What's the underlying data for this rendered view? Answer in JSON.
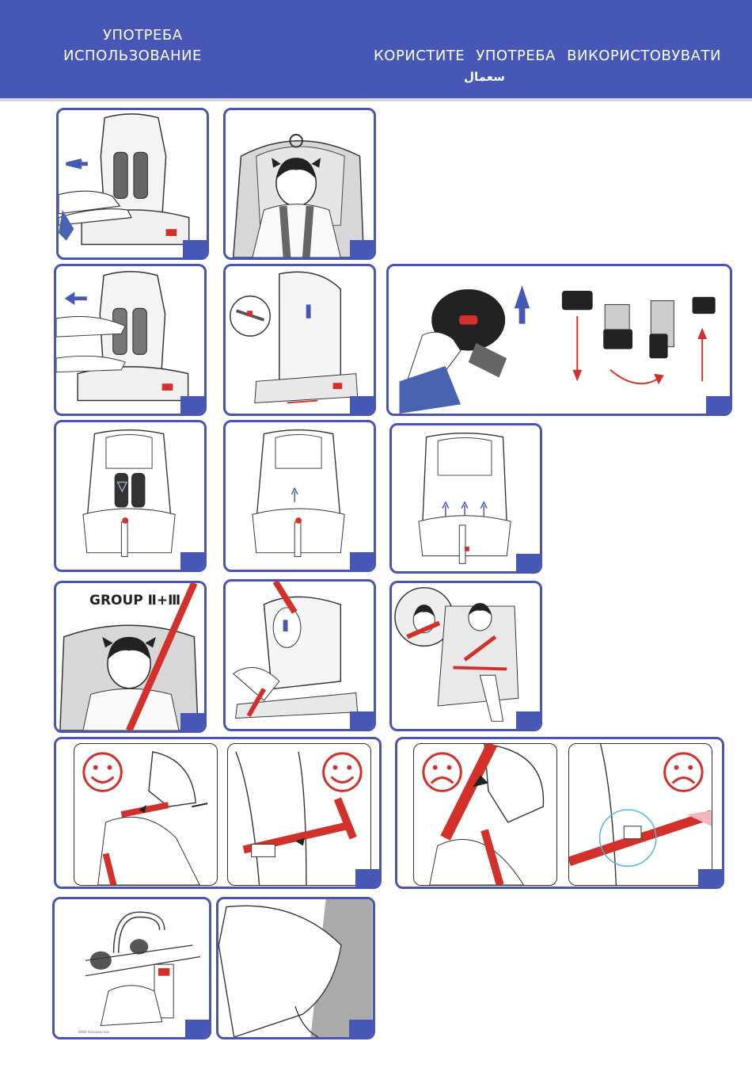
{
  "header": {
    "line1": "УПОТРЕБА",
    "line2": "ИСПОЛЬЗОВАНИЕ",
    "line3": "КОРИСТИТЕ   УПОТРЕБА   ВИКОРИСТОВУВАТИ",
    "line4": "سعمال"
  },
  "panels": {
    "group_label": "GROUP  Ⅱ+Ⅲ",
    "tiny_caption": "0000 Xxxxxxxx  xxx"
  },
  "colors": {
    "header_bg": "#4657b6",
    "frame": "#4a55b2",
    "belt_red": "#d2312b",
    "smile": "#d2312b"
  },
  "icons": {
    "smiley": "smiley-face-icon",
    "frown": "sad-face-icon",
    "arrow": "arrow-icon"
  }
}
